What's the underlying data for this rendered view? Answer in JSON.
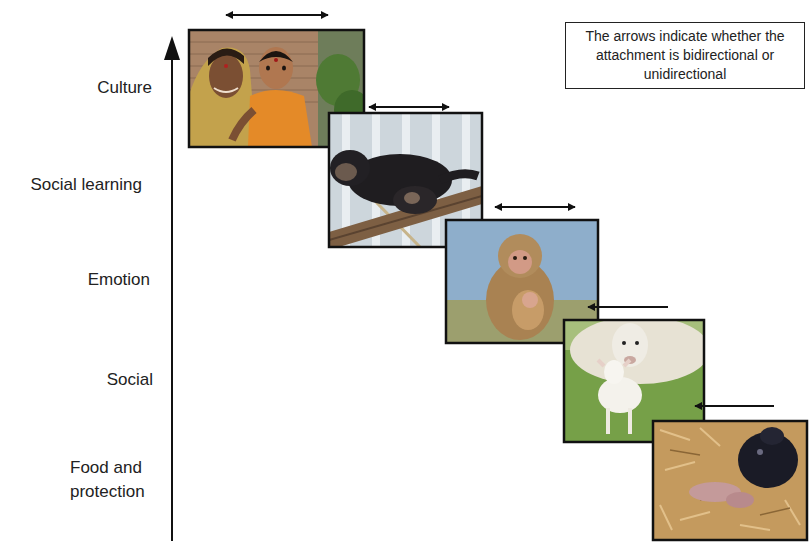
{
  "diagram": {
    "nodes": [
      {
        "text": [
          "The arrows indicate whether the attachment is bidirectional or unidirectional"
        ]
      }
    ],
    "labels": [
      "Culture",
      "Social learning",
      "Emotion",
      "Social",
      "Food and protection"
    ]
  }
}
